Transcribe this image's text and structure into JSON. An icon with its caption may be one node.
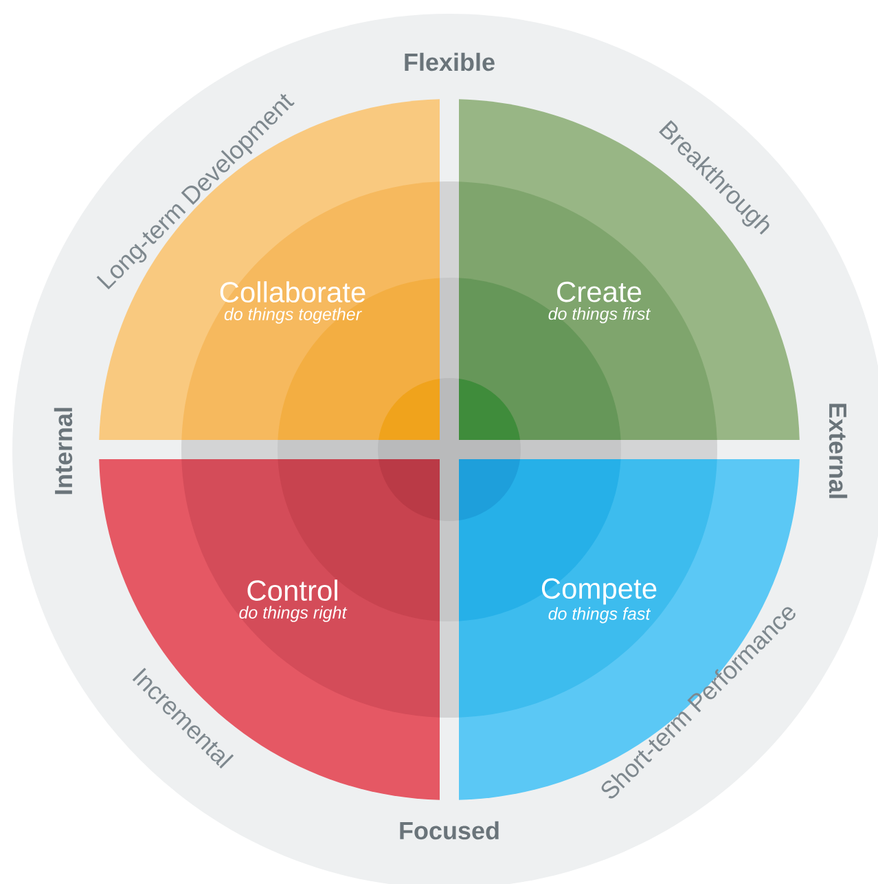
{
  "diagram": {
    "nodes": [
      {
        "text": [
          "Collaborate",
          "do things together"
        ]
      },
      {
        "text": [
          "Create",
          "do things first"
        ]
      },
      {
        "text": [
          "Control",
          "do things right"
        ]
      },
      {
        "text": [
          "Compete",
          "do things fast"
        ]
      }
    ],
    "labels": [
      "Flexible",
      "Long-term Development",
      "Breakthrough",
      "Internal",
      "External",
      "Incremental",
      "Short-term Performance",
      "Focused"
    ]
  }
}
